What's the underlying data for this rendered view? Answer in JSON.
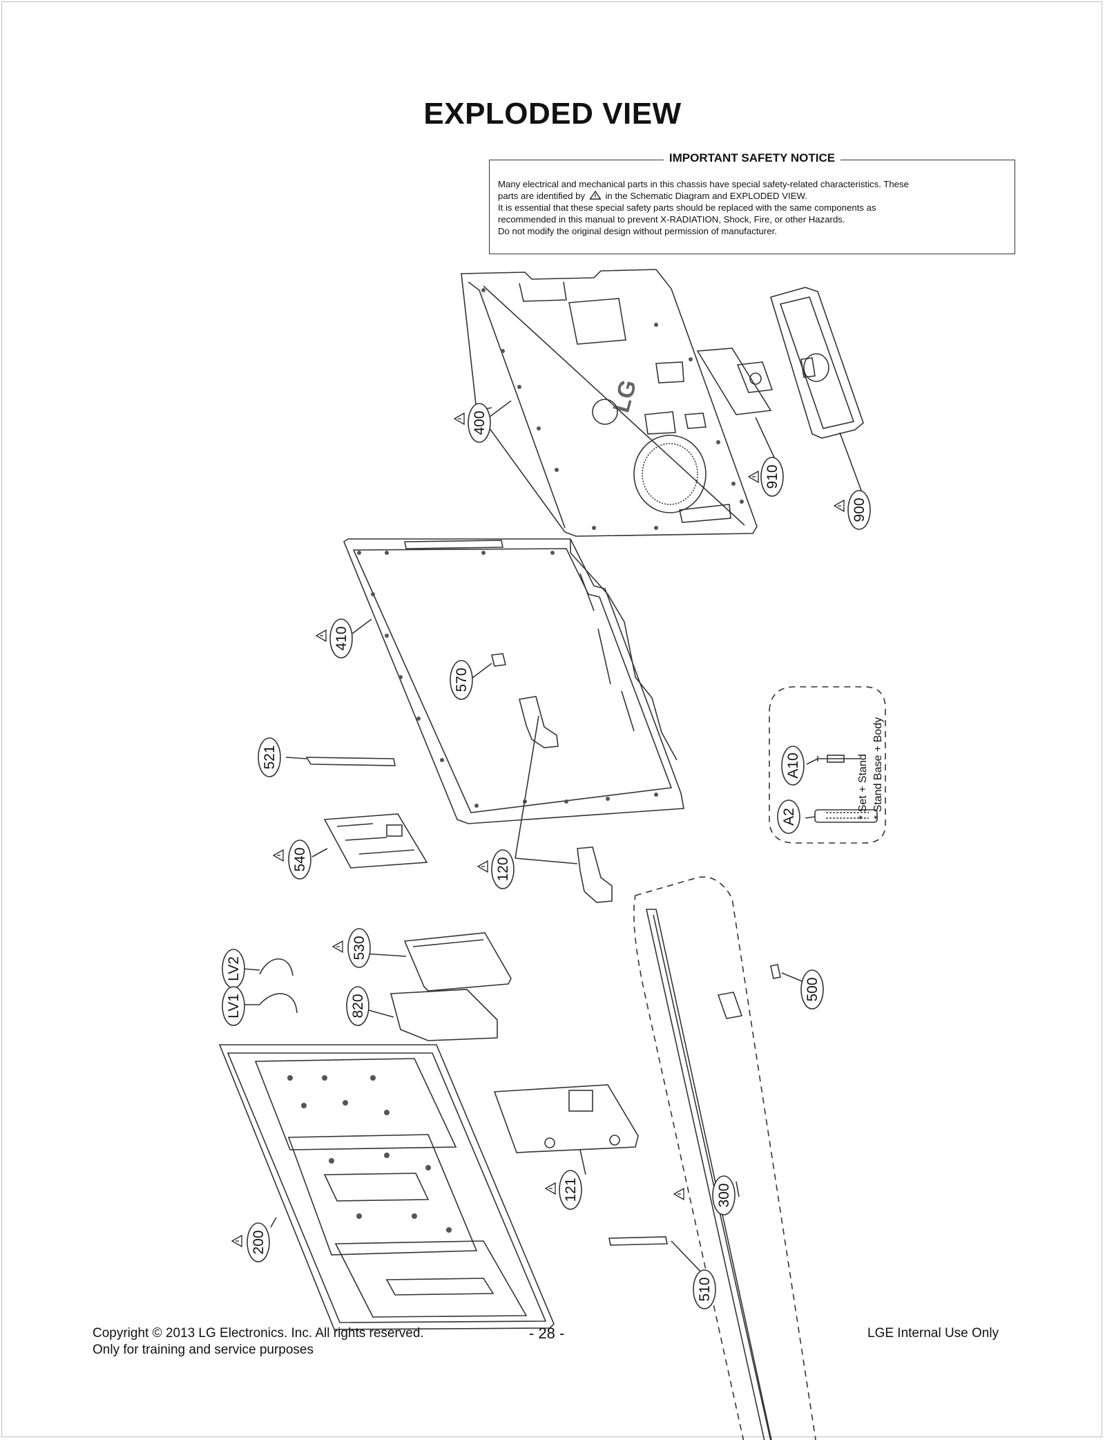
{
  "page": {
    "title": "EXPLODED VIEW"
  },
  "safety_notice": {
    "heading": "IMPORTANT SAFETY NOTICE",
    "line1": "Many electrical and mechanical parts in this chassis have special safety-related characteristics. These",
    "line2_pre": "parts are identified by",
    "line2_post": "in the Schematic Diagram and EXPLODED VIEW.",
    "line3": "It is essential that these special safety parts should be replaced with the same components as",
    "line4": "recommended in this manual to prevent X-RADIATION, Shock, Fire, or other Hazards.",
    "line5": "Do not modify the original design without permission of manufacturer."
  },
  "parts": {
    "p400": "400",
    "p910": "910",
    "p900": "900",
    "p410": "410",
    "p570": "570",
    "p521": "521",
    "p540": "540",
    "p120": "120",
    "pA10": "A10",
    "pA2": "A2",
    "p530": "530",
    "pLV2": "LV2",
    "pLV1": "LV1",
    "p820": "820",
    "p500": "500",
    "p121": "121",
    "p300": "300",
    "p200": "200",
    "p510": "510"
  },
  "accessory_notes": {
    "note1": "* Set + Stand",
    "note2": "* Stand Base + Body"
  },
  "logo_text": "LG",
  "footer": {
    "copyright": "Copyright © 2013 LG Electronics. Inc. All rights reserved.",
    "purpose": "Only for training and service purposes",
    "page_number": "- 28 -",
    "internal": "LGE Internal Use Only"
  }
}
